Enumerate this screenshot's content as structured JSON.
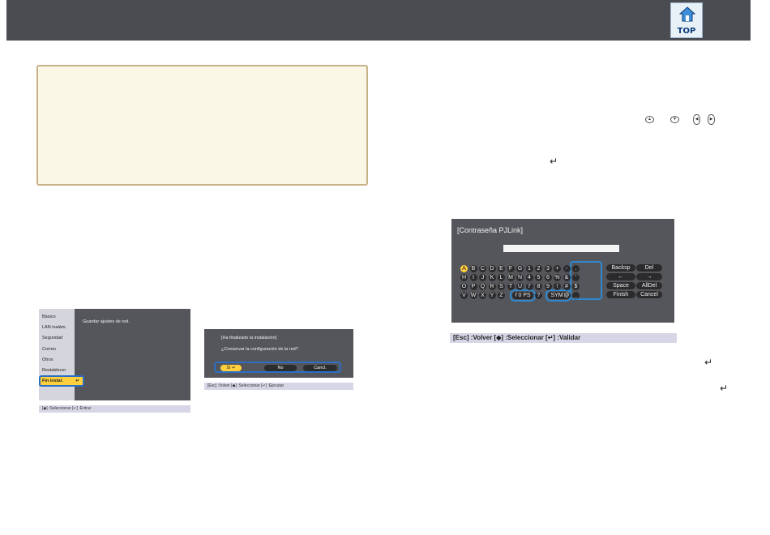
{
  "header": {
    "logo_text": "TOP",
    "logo_icon": "home-icon"
  },
  "menu_screen": {
    "items": [
      "Básico",
      "LAN inalám.",
      "Seguridad",
      "Correo",
      "Otros",
      "Restablecer",
      "Fin instal."
    ],
    "selected_index": 6,
    "message": "Guardar ajustes de red.",
    "hint": "[◆] :Seleccionar  [↵] :Entrar"
  },
  "confirm_dialog": {
    "line1": "[Ha finalizado la instalación]",
    "line2": "¿Conservar la configuración de la red?",
    "buttons": [
      "Sí",
      "No",
      "Cancl."
    ],
    "hint": "[Esc] :Volver  [◆] :Seleccionar  [↵] :Ejecutar"
  },
  "keyboard_screen": {
    "title": "[Contraseña PJLink]",
    "rows": [
      [
        "A",
        "B",
        "C",
        "D",
        "E",
        "F",
        "G",
        "1",
        "2",
        "3",
        "+",
        "-",
        "."
      ],
      [
        "H",
        "I",
        "J",
        "K",
        "L",
        "M",
        "N",
        "4",
        "5",
        "6",
        "%",
        "&",
        "'"
      ],
      [
        "O",
        "P",
        "Q",
        "R",
        "S",
        "T",
        "U",
        "7",
        "8",
        "9",
        "!",
        "#",
        "$"
      ],
      [
        "V",
        "W",
        "X",
        "Y",
        "Z",
        "0",
        "?",
        "@",
        "_"
      ]
    ],
    "caps_label": "CAPS",
    "sym_label": "SYM1",
    "func_keys": [
      "Backsp",
      "Del",
      "←",
      "→",
      "Space",
      "AllDel",
      "Finish",
      "Cancel"
    ],
    "hint": "[Esc] :Volver  [◆] :Seleccionar  [↵] :Validar"
  },
  "remote_keys": [
    "▲",
    "▼",
    "◀",
    "▶"
  ],
  "enter_symbol": "↵"
}
